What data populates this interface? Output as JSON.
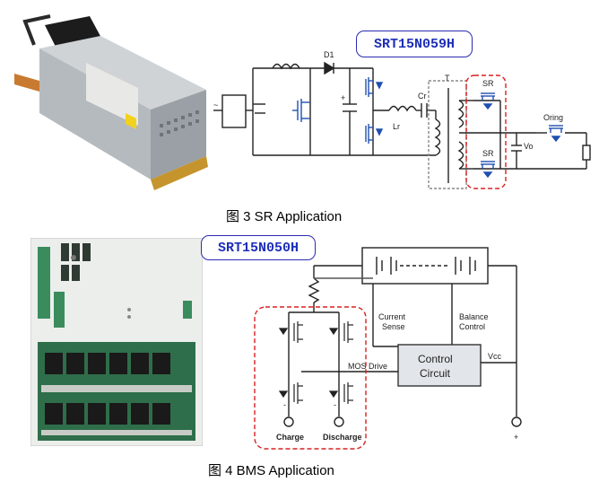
{
  "figure3": {
    "caption": "图 3 SR Application",
    "part_tag": "SRT15N059H",
    "labels": {
      "d1": "D1",
      "cr": "Cr",
      "lr": "Lr",
      "t": "T",
      "sr_top": "SR",
      "sr_bottom": "SR",
      "oring": "Oring",
      "vo": "Vo",
      "plus": "+",
      "tilde": "~"
    }
  },
  "figure4": {
    "caption": "图 4 BMS Application",
    "part_tag": "SRT15N050H",
    "labels": {
      "current_sense_1": "Current",
      "current_sense_2": "Sense",
      "balance_control_1": "Balance",
      "balance_control_2": "Control",
      "control_circuit_1": "Control",
      "control_circuit_2": "Circuit",
      "mos_drive": "MOS Drive",
      "vcc": "Vcc",
      "charge": "Charge",
      "discharge": "Discharge",
      "minus_left": "-",
      "minus_right": "-",
      "plus_vcc": "+"
    }
  }
}
